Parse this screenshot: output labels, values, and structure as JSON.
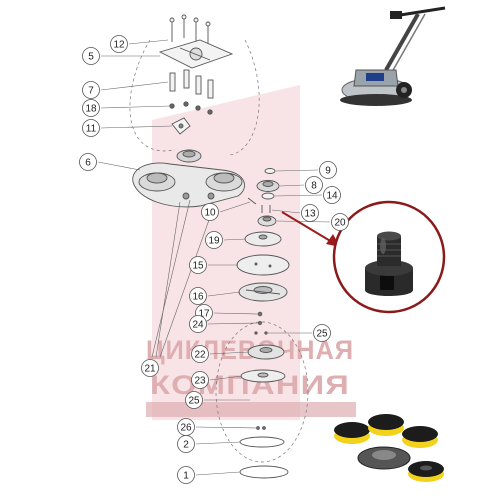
{
  "callouts": [
    {
      "id": "12",
      "label": "12"
    },
    {
      "id": "5",
      "label": "5"
    },
    {
      "id": "7",
      "label": "7"
    },
    {
      "id": "18",
      "label": "18"
    },
    {
      "id": "11",
      "label": "11"
    },
    {
      "id": "6",
      "label": "6"
    },
    {
      "id": "9",
      "label": "9"
    },
    {
      "id": "8",
      "label": "8"
    },
    {
      "id": "14",
      "label": "14"
    },
    {
      "id": "10",
      "label": "10"
    },
    {
      "id": "13",
      "label": "13"
    },
    {
      "id": "20",
      "label": "20"
    },
    {
      "id": "19",
      "label": "19"
    },
    {
      "id": "15",
      "label": "15"
    },
    {
      "id": "16",
      "label": "16"
    },
    {
      "id": "17",
      "label": "17"
    },
    {
      "id": "24",
      "label": "24"
    },
    {
      "id": "25a",
      "label": "25"
    },
    {
      "id": "22",
      "label": "22"
    },
    {
      "id": "21",
      "label": "21"
    },
    {
      "id": "23",
      "label": "23"
    },
    {
      "id": "25b",
      "label": "25"
    },
    {
      "id": "26",
      "label": "26"
    },
    {
      "id": "2",
      "label": "2"
    },
    {
      "id": "1",
      "label": "1"
    }
  ],
  "watermark": {
    "line1": "ЦИКЛЕВОЧНАЯ",
    "line2": "КОМПАНИЯ",
    "color": "#d9a0a4"
  },
  "colors": {
    "line": "#555555",
    "arrow": "#9b1c1c",
    "zoom_ring": "#8b1a1a",
    "pad_yellow": "#f2d21b",
    "pad_black": "#1c1c1c"
  },
  "icons": [
    "floor-machine-photo",
    "clutch-plate-zoom",
    "pad-drivers-photo"
  ]
}
